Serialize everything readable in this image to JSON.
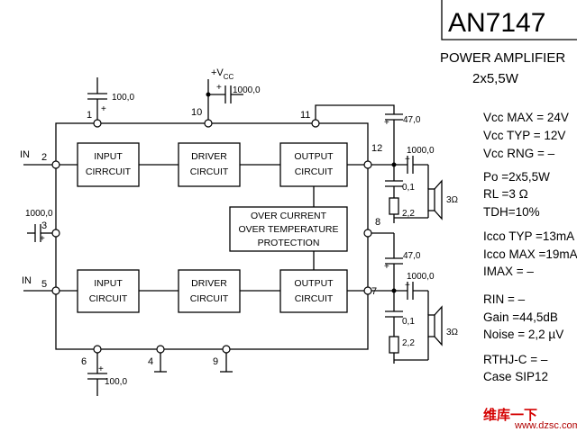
{
  "title": "AN7147",
  "subtitle_line1": "POWER  AMPLIFIER",
  "subtitle_line2": "2x5,5W",
  "blocks": {
    "input_top_1": "INPUT",
    "input_top_2": "CIRRCUIT",
    "driver_top_1": "DRIVER",
    "driver_top_2": "CIRCUIT",
    "output_top_1": "OUTPUT",
    "output_top_2": "CIRCUIT",
    "protect_1": "OVER CURRENT",
    "protect_2": "OVER TEMPERATURE",
    "protect_3": "PROTECTION",
    "input_bot_1": "INPUT",
    "input_bot_2": "CIRCUIT",
    "driver_bot_1": "DRIVER",
    "driver_bot_2": "CIRCUIT",
    "output_bot_1": "OUTPUT",
    "output_bot_2": "CIRCUIT"
  },
  "pins": {
    "p1": "1",
    "p2": "2",
    "p3": "3",
    "p4": "4",
    "p5": "5",
    "p6": "6",
    "p7": "7",
    "p8": "8",
    "p9": "9",
    "p10": "10",
    "p11": "11",
    "p12": "12"
  },
  "labels": {
    "in_top": "IN",
    "in_bot": "IN",
    "vcc": "+V",
    "vcc_sub": "CC",
    "c_100_top": "100,0",
    "c_1000_vcc": "1000,0",
    "c_1000_left": "1000,0",
    "c_47_top": "47,0",
    "c_1000_out_top": "1000,0",
    "c_01_top": "0,1",
    "r_22_top": "2,2",
    "spk_top": "3Ω",
    "c_47_bot": "47,0",
    "c_1000_out_bot": "1000,0",
    "c_01_bot": "0,1",
    "r_22_bot": "2,2",
    "spk_bot": "3Ω",
    "c_100_bot": "100,0"
  },
  "specs": {
    "vcc_max": "Vcc MAX = 24V",
    "vcc_typ": "Vcc TYP = 12V",
    "vcc_rng": "Vcc RNG = –",
    "po": "Po  =2x5,5W",
    "rl": "RL  =3 Ω",
    "tdh": "TDH=10%",
    "icco_typ": "Icco TYP =13mA",
    "icco_max": "Icco MAX =19mA",
    "imax": "IMAX =  –",
    "rin": "RIN   = –",
    "gain": "Gain  =44,5dB",
    "noise": "Noise = 2,2 µV",
    "rthj": "RTHJ-C = –",
    "case": "Case  SIP12"
  },
  "watermark": {
    "brand": "维库一下",
    "url": "www.dzsc.com"
  }
}
